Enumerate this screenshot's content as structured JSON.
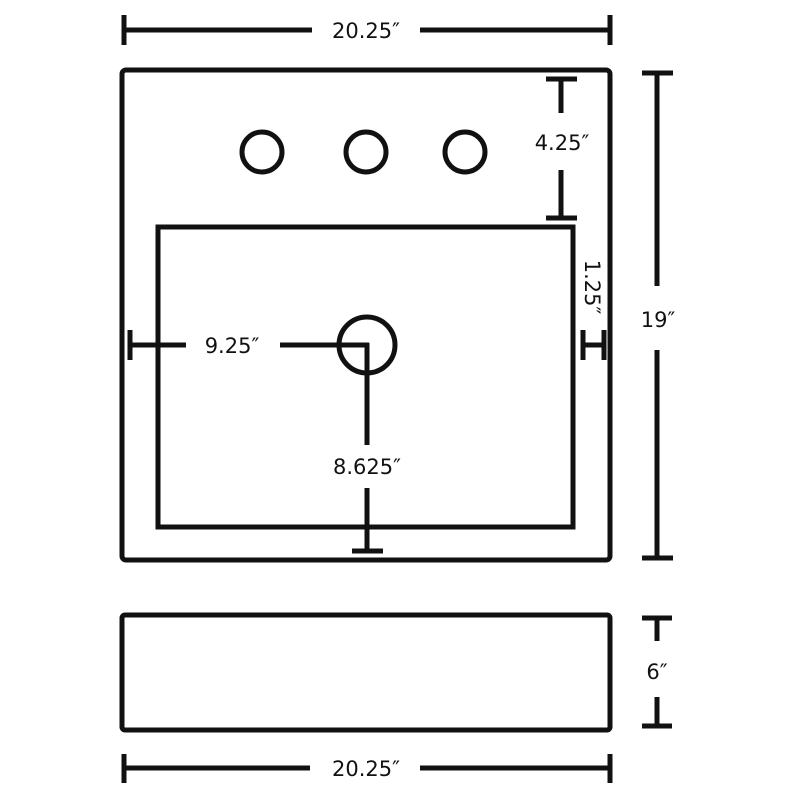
{
  "title": "Sink dimensions drawing",
  "dimensions": {
    "top_width": "20.25″",
    "faucet_hole_offset": "4.25″",
    "overall_depth": "19″",
    "basin_side_margin": "1.25″",
    "drain_from_left": "9.25″",
    "drain_from_front": "8.625″",
    "height": "6″",
    "bottom_width": "20.25″"
  },
  "colors": {
    "line": "#111111",
    "background": "#ffffff"
  }
}
